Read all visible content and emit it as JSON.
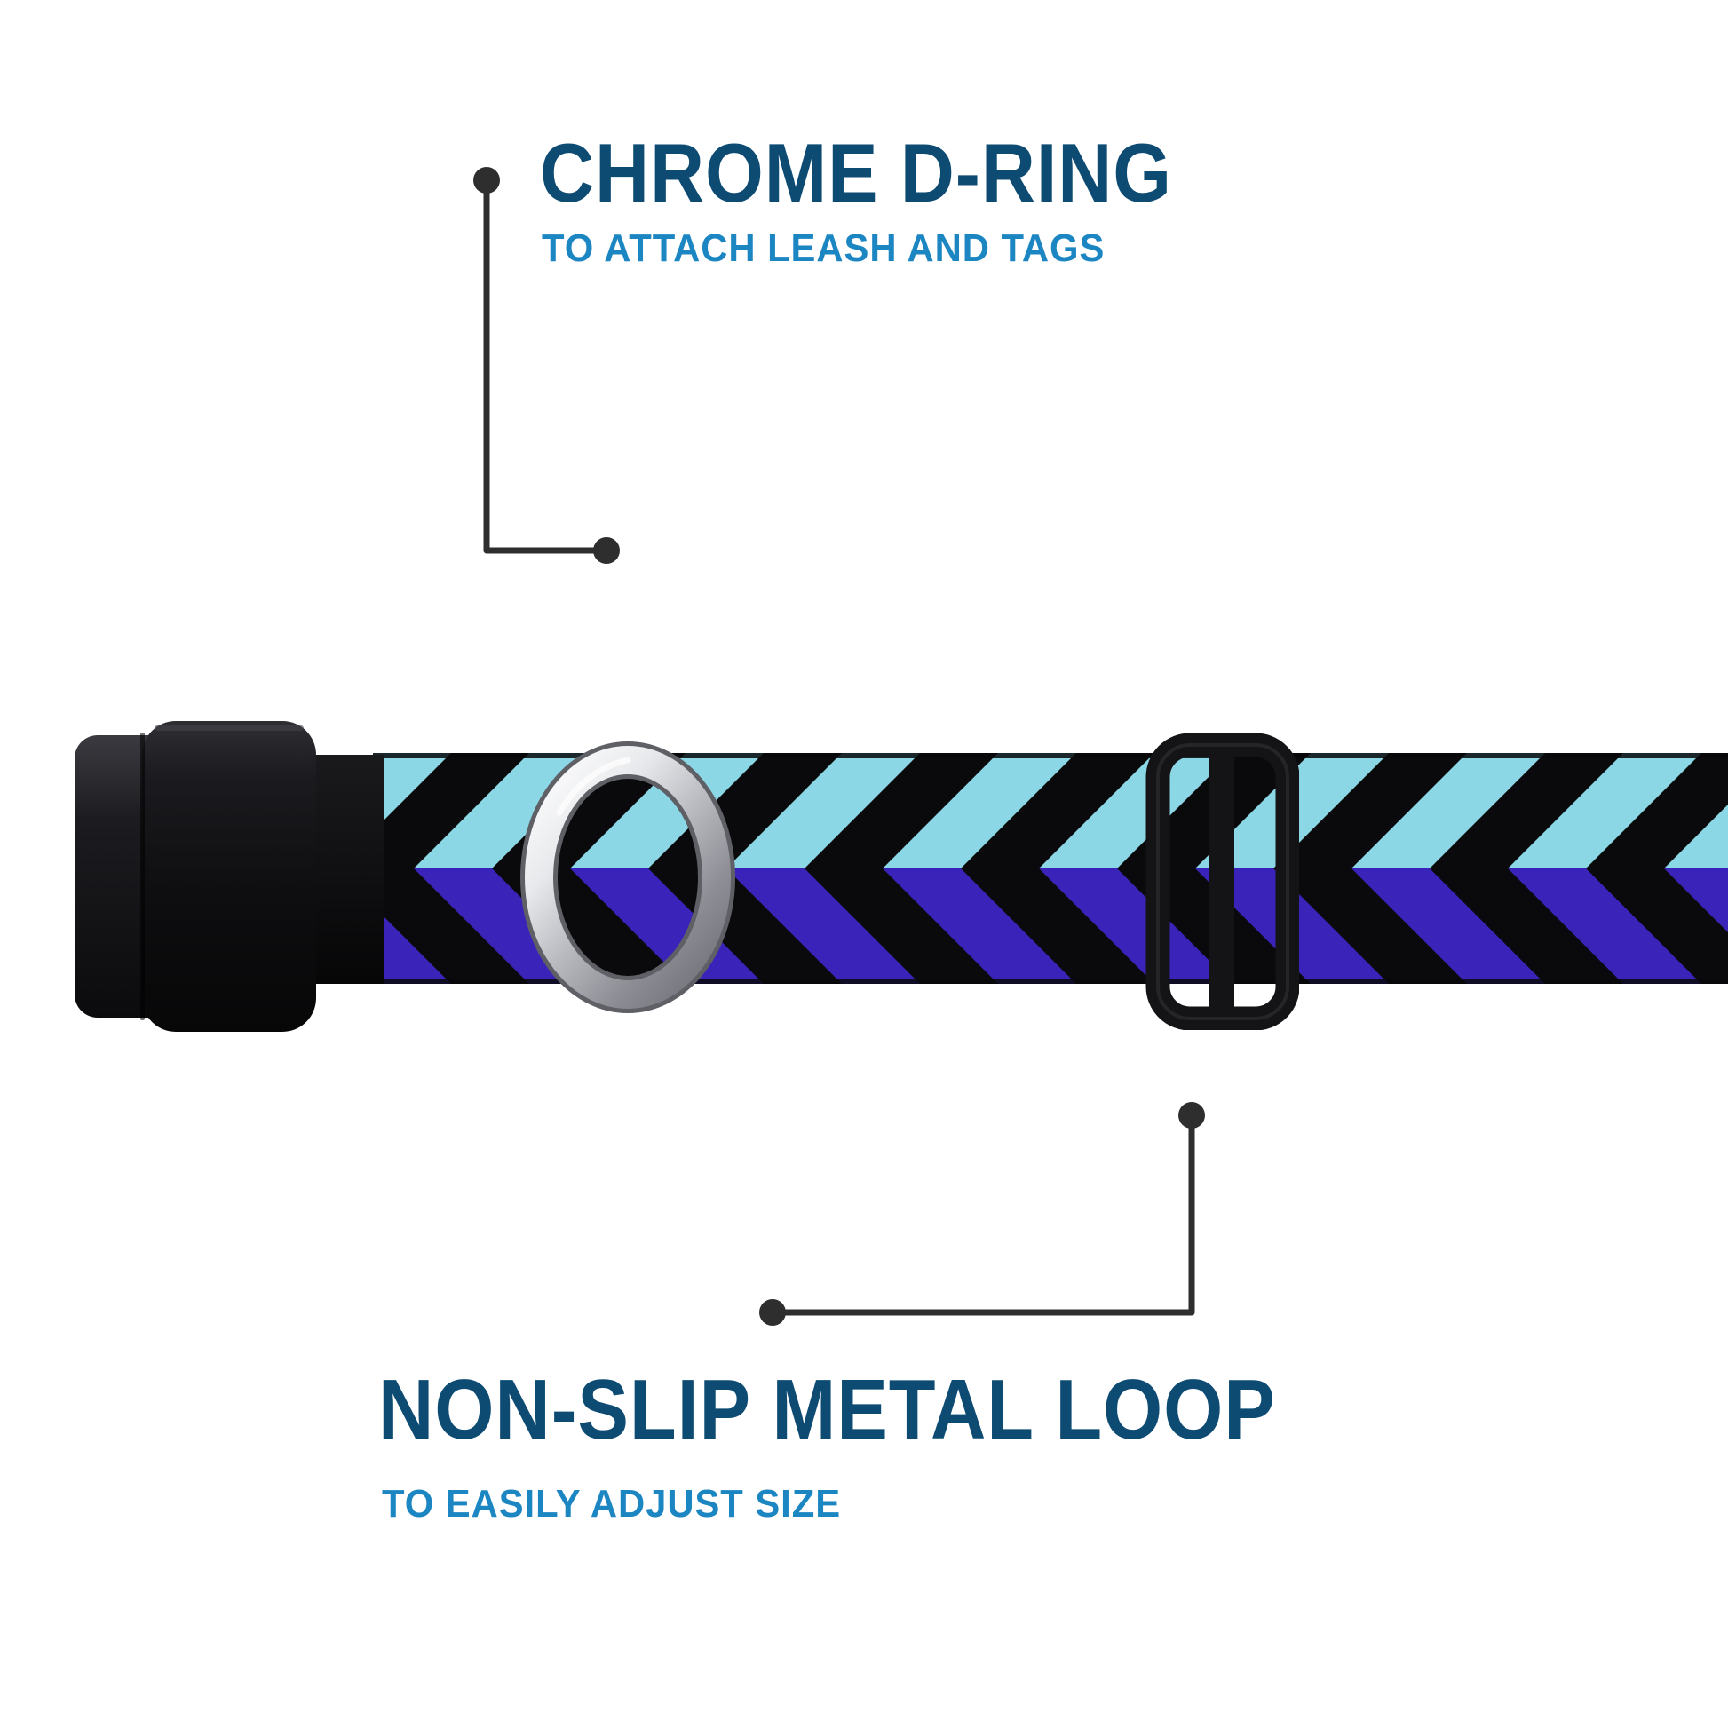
{
  "annotations": {
    "top": {
      "title": "CHROME D-RING",
      "subtitle": "TO ATTACH LEASH AND TAGS"
    },
    "bottom": {
      "title": "NON-SLIP METAL LOOP",
      "subtitle": "TO EASILY ADJUST SIZE"
    }
  },
  "colors": {
    "background": "#ffffff",
    "title_text": "#0d4b73",
    "subtitle_text": "#1c86c2",
    "callout_line": "#2e2e2e",
    "webbing_black": "#0a0a0c",
    "chevron_turquoise": "#8bd7e6",
    "chevron_purple": "#3a23b8",
    "ring_chrome_light": "#f5f6f8",
    "ring_chrome_dark": "#75767d",
    "hardware_black": "#141417"
  }
}
